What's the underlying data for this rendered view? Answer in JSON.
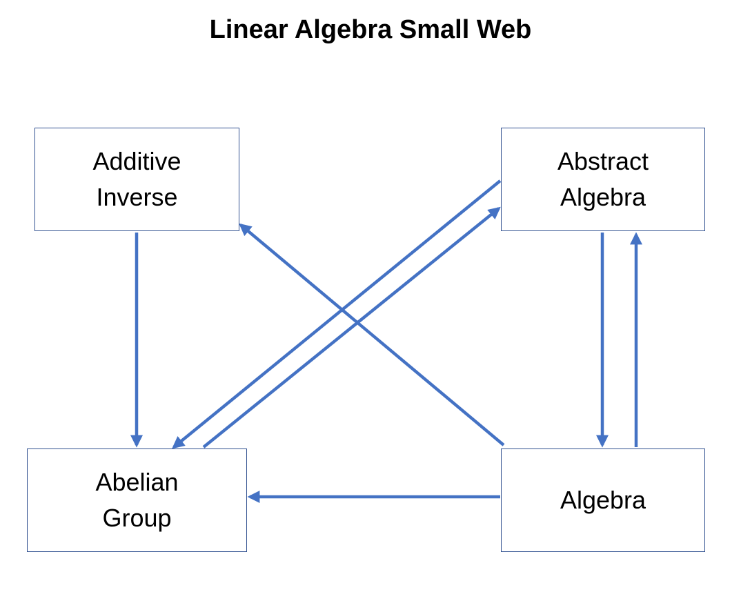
{
  "title": "Linear Algebra Small Web",
  "colors": {
    "edge": "#4472c4",
    "node_border": "#2f4f8f",
    "text": "#000000"
  },
  "nodes": {
    "additive_inverse": "Additive\nInverse",
    "abstract_algebra": "Abstract\nAlgebra",
    "abelian_group": "Abelian\nGroup",
    "algebra": "Algebra"
  },
  "edges": [
    {
      "from": "Additive Inverse",
      "to": "Abelian Group"
    },
    {
      "from": "Abstract Algebra",
      "to": "Abelian Group"
    },
    {
      "from": "Abelian Group",
      "to": "Abstract Algebra"
    },
    {
      "from": "Abstract Algebra",
      "to": "Algebra"
    },
    {
      "from": "Algebra",
      "to": "Abstract Algebra"
    },
    {
      "from": "Algebra",
      "to": "Additive Inverse"
    },
    {
      "from": "Algebra",
      "to": "Abelian Group"
    }
  ]
}
